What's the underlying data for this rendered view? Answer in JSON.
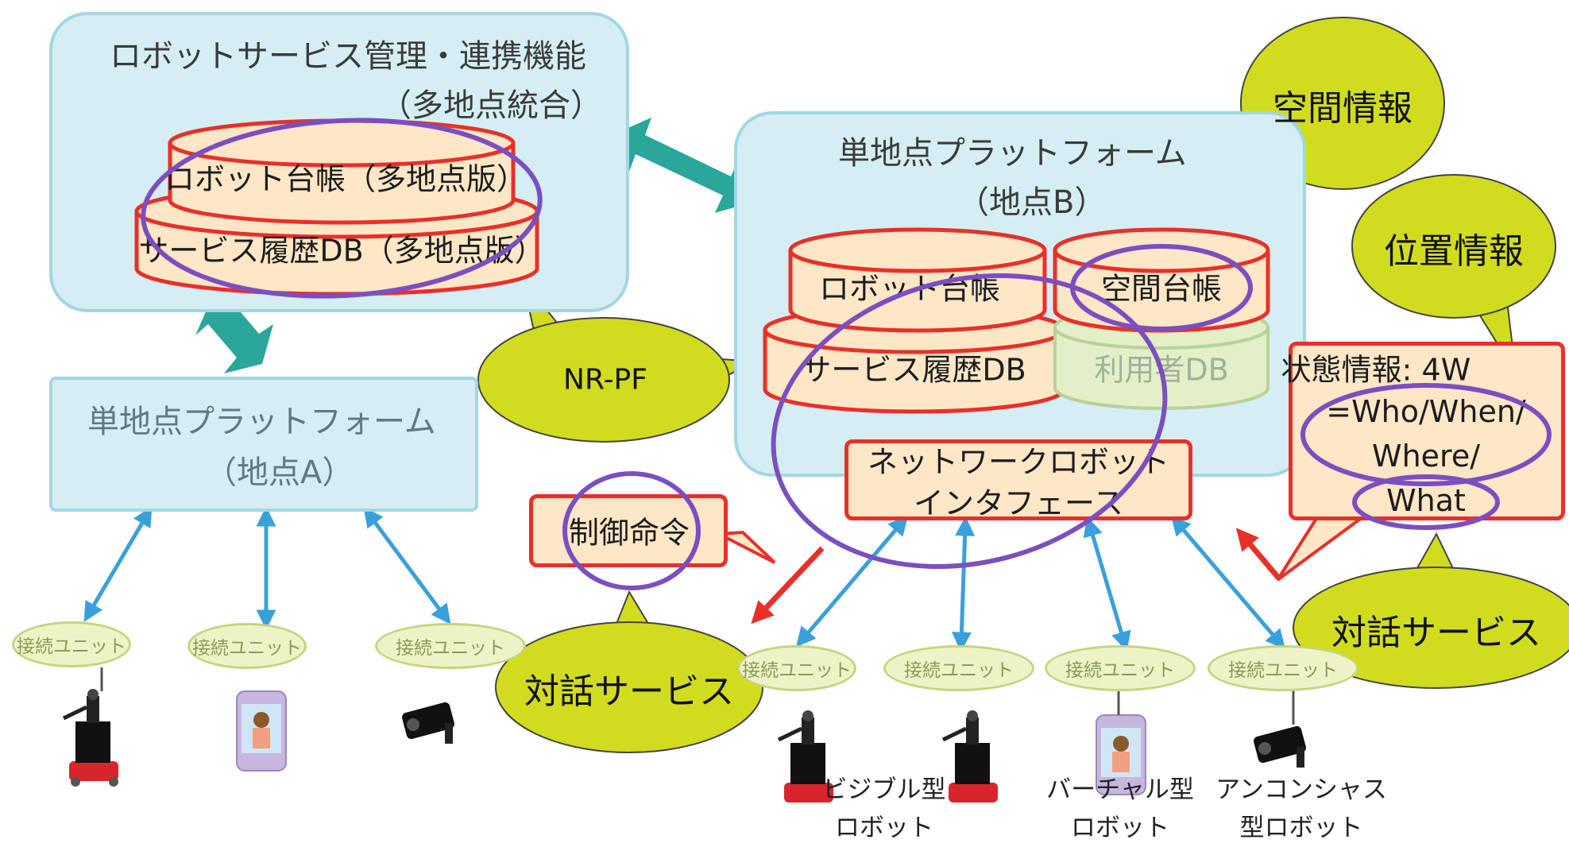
{
  "panels": {
    "mgmt": {
      "title": "ロボットサービス管理・連携機能",
      "subtitle": "（多地点統合）"
    },
    "site_a": {
      "title": "単地点プラットフォーム",
      "subtitle": "（地点A）"
    },
    "site_b": {
      "title": "単地点プラットフォーム",
      "subtitle": "（地点B）"
    }
  },
  "databases": {
    "robot_ledger_multi": "ロボット台帳（多地点版）",
    "service_history_multi": "サービス履歴DB（多地点版）",
    "robot_ledger": "ロボット台帳",
    "service_history": "サービス履歴DB",
    "space_ledger": "空間台帳",
    "user_db": "利用者DB"
  },
  "interface": {
    "line1": "ネットワークロボット",
    "line2": "インタフェース"
  },
  "control_command": "制御命令",
  "state_info": {
    "line1": "状態情報: 4W",
    "line2": "=Who/When/",
    "line3": "Where/",
    "line4": "What"
  },
  "callouts": {
    "space_info": "空間情報",
    "position_info": "位置情報",
    "nr_pf": "NR-PF",
    "dialog_service_left": "対話サービス",
    "dialog_service_right": "対話サービス"
  },
  "units": {
    "a1": "接続ユニット",
    "a2": "接続ユニット",
    "a3": "接続ユニット",
    "b1": "接続ユニット",
    "b2": "接続ユニット",
    "b3": "接続ユニット",
    "b4": "接続ユニット"
  },
  "robot_types": {
    "visible": {
      "line1": "ビジブル型",
      "line2": "ロボット"
    },
    "virtual": {
      "line1": "バーチャル型",
      "line2": "ロボット"
    },
    "unconscious": {
      "line1": "アンコンシャス",
      "line2": "型ロボット"
    }
  },
  "icons": [
    "robot-icon",
    "tablet-avatar-icon",
    "camera-icon"
  ],
  "colors": {
    "panel_fill": "#d4eef4",
    "db_fill": "#fde7c6",
    "db_border": "#e8302a",
    "highlight_ellipse": "#7b4fc0",
    "callout_fill": "#d2dc1e",
    "teal_arrow": "#2aa69a",
    "blue_arrow": "#3aa0dc",
    "red_arrow": "#e8302a"
  }
}
